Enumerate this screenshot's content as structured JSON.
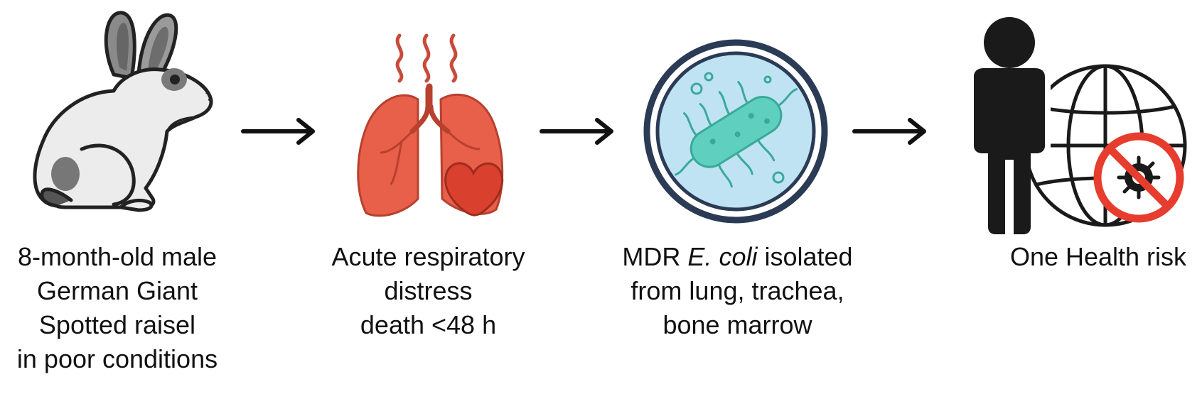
{
  "stages": [
    {
      "icon": "rabbit-icon",
      "caption_lines": [
        "8-month-old male",
        "German Giant",
        "Spotted raisel",
        "in poor conditions"
      ]
    },
    {
      "icon": "lungs-heart-icon",
      "caption_lines": [
        "Acute respiratory",
        "distress",
        "death  <48 h"
      ]
    },
    {
      "icon": "petri-dish-bacterium-icon",
      "caption_lines_parts": {
        "line1_prefix": "MDR ",
        "line1_italic": "E. coli",
        "line1_suffix": " isolated",
        "line2": "from lung, trachea,",
        "line3": "bone marrow"
      }
    },
    {
      "icon": "person-globe-no-microbe-icon",
      "caption_lines": [
        "One Health risk"
      ]
    }
  ],
  "colors": {
    "rabbit_body": "#ececec",
    "rabbit_spots": "#777777",
    "lung": "#e8604a",
    "heart": "#d9402d",
    "heat_waves": "#c84a3a",
    "petri_rim": "#2b3b55",
    "petri_fill": "#bfe3f3",
    "bacterium": "#5fcfc0",
    "person": "#1a1a1a",
    "prohibition": "#e63d2e"
  }
}
